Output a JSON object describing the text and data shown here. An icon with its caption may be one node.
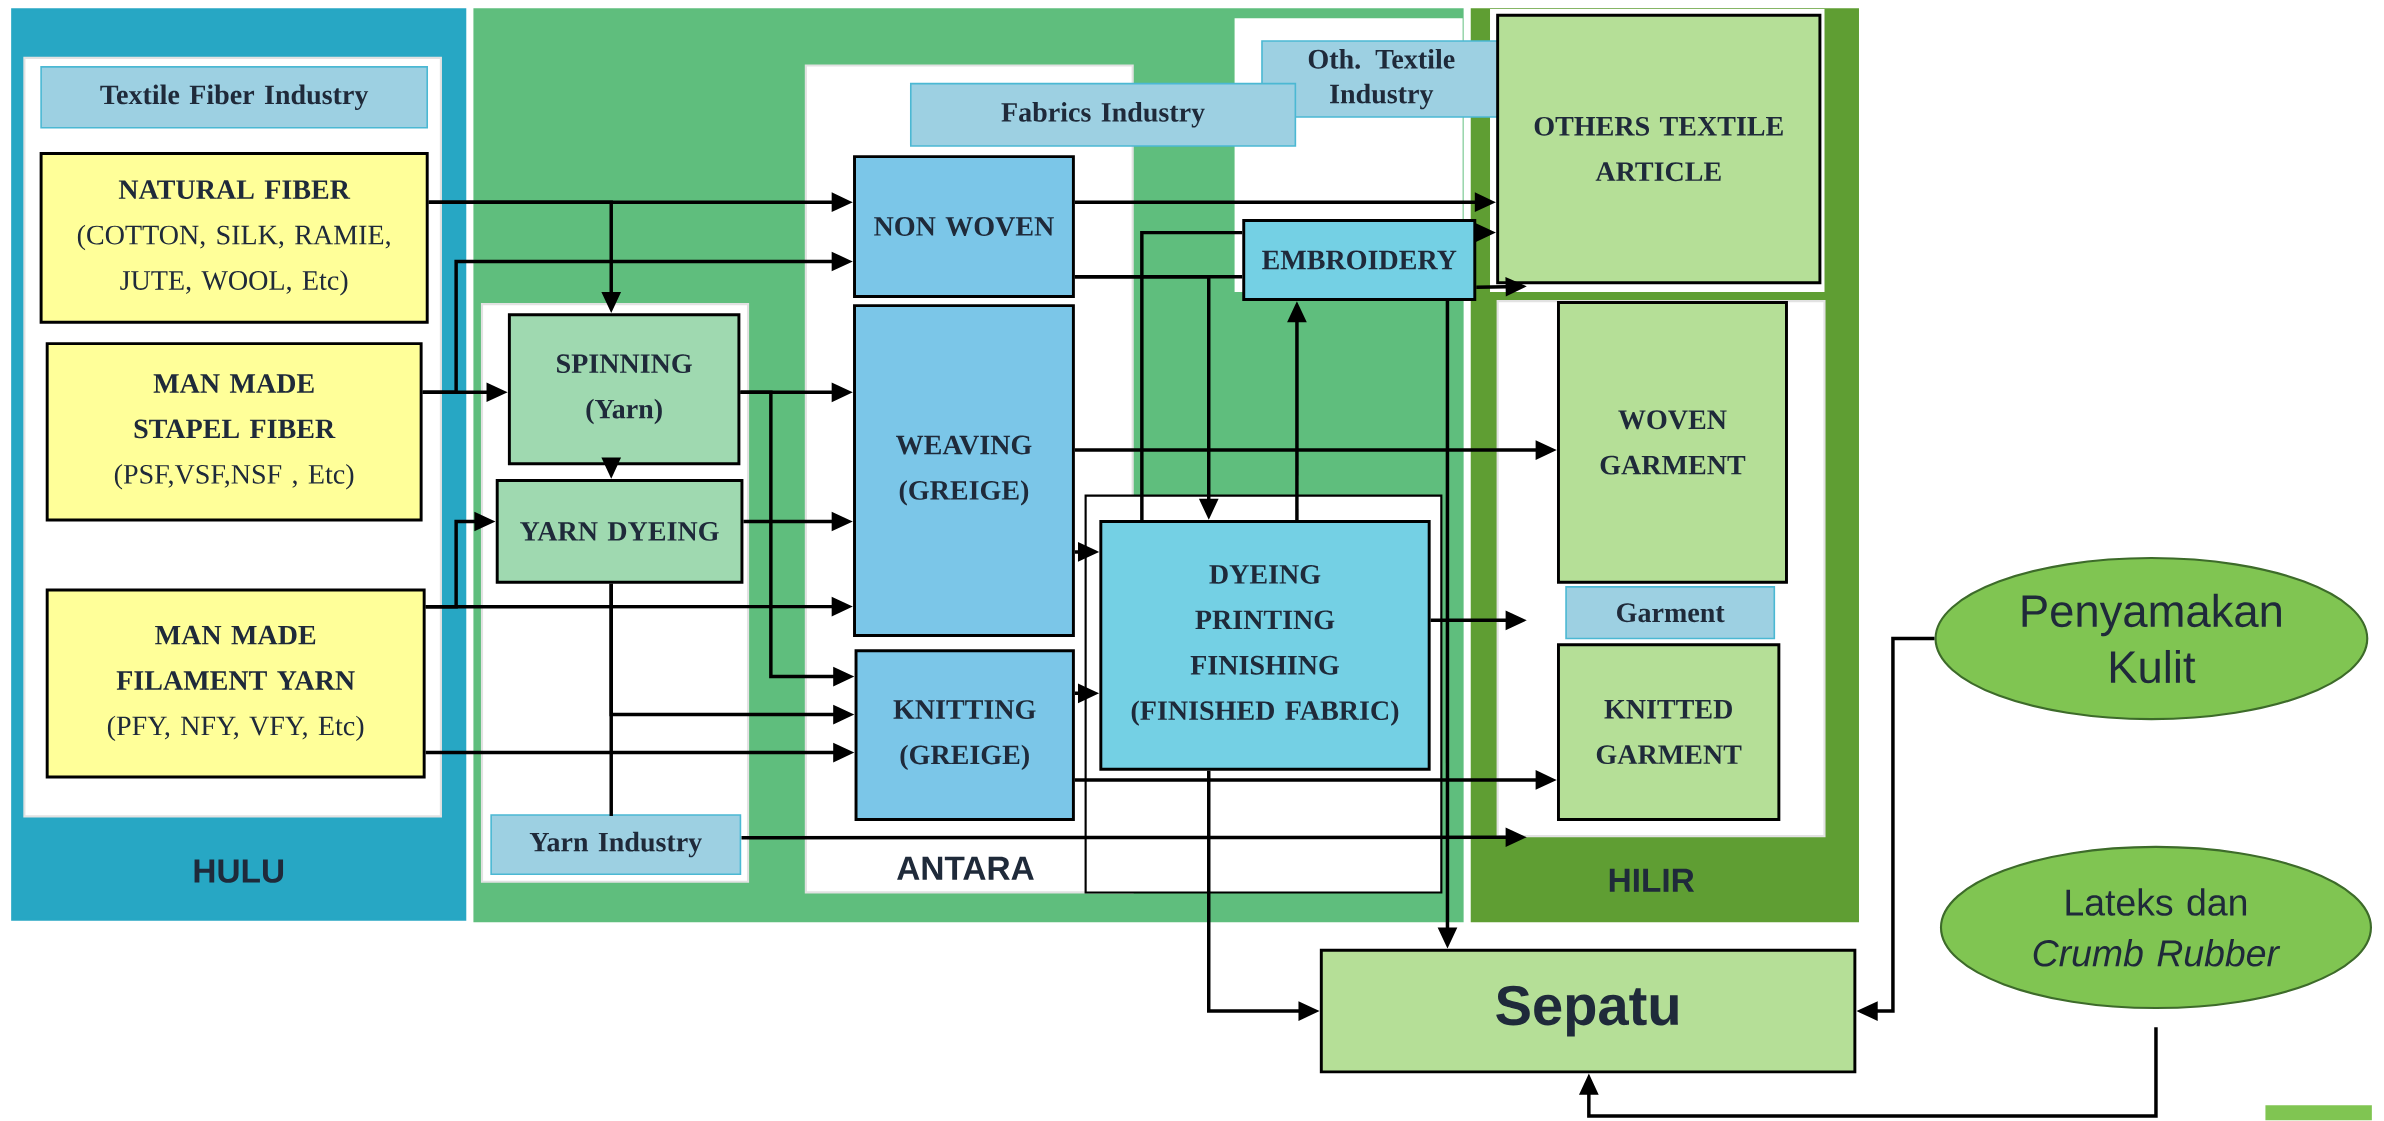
{
  "diagram": {
    "nodes": [
      {
        "text": [
          "HULU"
        ]
      },
      {
        "text": [
          "Textile Fiber Industry"
        ],
        "in": 0
      },
      {
        "text": [
          "NATURAL FIBER",
          "(COTTON, SILK, RAMIE, JUTE, WOOL, Etc)"
        ],
        "in": 1
      },
      {
        "text": [
          "MAN MADE STAPEL FIBER",
          "(PSF,VSF,NSF , Etc)"
        ],
        "in": 1
      },
      {
        "text": [
          "MAN MADE FILAMENT YARN",
          "(PFY, NFY, VFY, Etc)"
        ],
        "in": 1
      },
      {
        "text": [],
        "shape": "box"
      },
      {
        "text": [
          "Yarn Industry"
        ],
        "in": 5
      },
      {
        "text": [
          "SPINNING",
          "(Yarn)"
        ],
        "in": 6
      },
      {
        "text": [
          "YARN DYEING"
        ],
        "in": 6
      },
      {
        "text": [
          "Fabrics Industry",
          "ANTARA"
        ],
        "in": 5
      },
      {
        "text": [
          "NON WOVEN"
        ],
        "in": 9
      },
      {
        "text": [
          "WEAVING",
          "(GREIGE)"
        ],
        "in": 9
      },
      {
        "text": [
          "KNITTING",
          "(GREIGE)"
        ],
        "in": 9
      },
      {
        "text": [
          "Oth. Textile Industry"
        ],
        "in": 5
      },
      {
        "text": [
          "EMBROIDERY"
        ],
        "in": 5
      },
      {
        "text": [],
        "shape": "box",
        "in": 5
      },
      {
        "text": [
          "DYEING",
          "PRINTING",
          "FINISHING",
          "(FINISHED FABRIC)"
        ],
        "in": 15
      },
      {
        "text": [
          "HILIR"
        ]
      },
      {
        "text": [
          "OTHERS TEXTILE ARTICLE"
        ],
        "in": 17
      },
      {
        "text": [
          "Garment"
        ],
        "in": 17
      },
      {
        "text": [
          "WOVEN GARMENT"
        ],
        "in": 19
      },
      {
        "text": [
          "KNITTED GARMENT"
        ],
        "in": 19
      },
      {
        "text": [
          "Penyamakan Kulit"
        ]
      },
      {
        "text": [
          "Lateks dan *Crumb Rubber*"
        ]
      },
      {
        "text": [
          "Sepatu"
        ]
      }
    ],
    "edges": [
      {
        "from": 2,
        "to": 10,
        "arrow": "to"
      },
      {
        "from": 2,
        "to": 7,
        "arrow": "to"
      },
      {
        "from": 3,
        "to": 10,
        "arrow": "to"
      },
      {
        "from": 3,
        "to": 7,
        "arrow": "to"
      },
      {
        "from": 4,
        "to": 11,
        "arrow": "to"
      },
      {
        "from": 4,
        "to": 8,
        "arrow": "to"
      },
      {
        "from": 4,
        "to": 12,
        "arrow": "to"
      },
      {
        "from": 7,
        "to": 8,
        "arrow": "to"
      },
      {
        "from": 7,
        "to": 11,
        "arrow": "to"
      },
      {
        "from": 7,
        "to": 12,
        "arrow": "to"
      },
      {
        "from": 8,
        "to": 11,
        "arrow": "to"
      },
      {
        "from": 8,
        "to": 12,
        "arrow": "to"
      },
      {
        "from": 8,
        "to": 6,
        "arrow": "none"
      },
      {
        "from": 6,
        "to": 19,
        "arrow": "to"
      },
      {
        "from": 10,
        "to": 18,
        "arrow": "to"
      },
      {
        "from": 10,
        "to": 16,
        "arrow": "to"
      },
      {
        "from": 14,
        "to": 16,
        "arrow": "none"
      },
      {
        "from": 16,
        "to": 14,
        "arrow": "to"
      },
      {
        "from": 14,
        "to": 18,
        "arrow": "to"
      },
      {
        "from": 14,
        "to": 19,
        "arrow": "to"
      },
      {
        "from": 14,
        "to": 24,
        "arrow": "to"
      },
      {
        "from": 11,
        "to": 20,
        "arrow": "to"
      },
      {
        "from": 11,
        "to": 16,
        "arrow": "to"
      },
      {
        "from": 12,
        "to": 16,
        "arrow": "to"
      },
      {
        "from": 12,
        "to": 21,
        "arrow": "to"
      },
      {
        "from": 16,
        "to": 19,
        "arrow": "to"
      },
      {
        "from": 16,
        "to": 24,
        "arrow": "to"
      },
      {
        "from": 22,
        "to": 24,
        "arrow": "to"
      },
      {
        "from": 23,
        "to": 24,
        "arrow": "to"
      },
      {
        "from": 10,
        "to": 14,
        "arrow": "none"
      }
    ]
  }
}
